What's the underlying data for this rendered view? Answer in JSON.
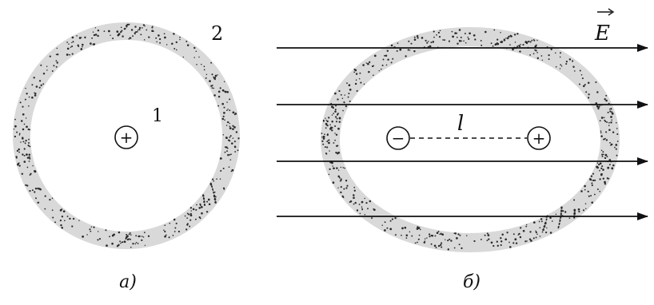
{
  "figure_a": {
    "nucleus_label": "1",
    "shell_label": "2",
    "nucleus_symbol": "+",
    "caption": "а)"
  },
  "figure_b": {
    "field_label": "E",
    "distance_label": "l",
    "negative_symbol": "−",
    "positive_symbol": "+",
    "caption": "б)",
    "field_line_count": 4
  },
  "colors": {
    "cloud_fill": "#d9d9d9",
    "cloud_dots": "#2a2a2a",
    "lines": "#111111",
    "background": "#ffffff"
  }
}
